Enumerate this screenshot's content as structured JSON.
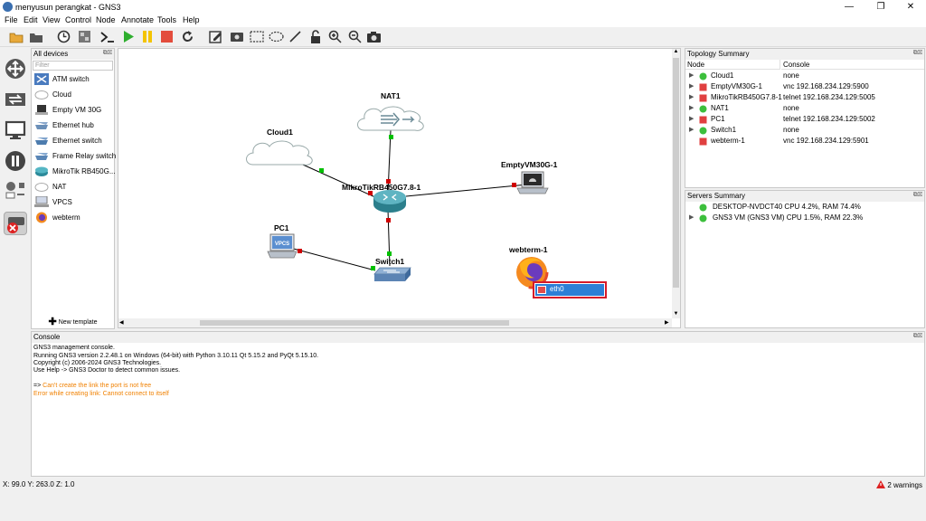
{
  "window": {
    "title": "menyusun perangkat - GNS3",
    "minimize": "—",
    "maximize": "❐",
    "close": "✕"
  },
  "menu": [
    "File",
    "Edit",
    "View",
    "Control",
    "Node",
    "Annotate",
    "Tools",
    "Help"
  ],
  "toolbar": [
    "new-project",
    "open-project",
    "snapshot",
    "device-list",
    "console-all",
    "start-all",
    "suspend-all",
    "stop-all",
    "reload-all",
    "add-note",
    "insert-picture",
    "draw-rectangle",
    "draw-ellipse",
    "draw-line",
    "lock",
    "zoom-in",
    "zoom-out",
    "screenshot"
  ],
  "devices": {
    "title": "All devices",
    "filter_placeholder": "Filter",
    "items": [
      "ATM switch",
      "Cloud",
      "Empty VM 30G",
      "Ethernet hub",
      "Ethernet switch",
      "Frame Relay switch",
      "MikroTik RB450G...",
      "NAT",
      "VPCS",
      "webterm"
    ],
    "new_template": "New template"
  },
  "canvas": {
    "nodes": {
      "nat": "NAT1",
      "cloud": "Cloud1",
      "router": "MikroTikRB450G7.8-1",
      "empty_vm": "EmptyVM30G-1",
      "pc": "PC1",
      "switch": "Switch1",
      "webterm": "webterm-1"
    },
    "pc_badge": "VPCS",
    "context_menu_item": "eth0"
  },
  "topology": {
    "title": "Topology Summary",
    "col_node": "Node",
    "col_console": "Console",
    "rows": [
      {
        "name": "Cloud1",
        "console": "none",
        "status": "green"
      },
      {
        "name": "EmptyVM30G-1",
        "console": "vnc 192.168.234.129:5900",
        "status": "red"
      },
      {
        "name": "MikroTikRB450G7.8-1",
        "console": "telnet 192.168.234.129:5005",
        "status": "red"
      },
      {
        "name": "NAT1",
        "console": "none",
        "status": "green"
      },
      {
        "name": "PC1",
        "console": "telnet 192.168.234.129:5002",
        "status": "red"
      },
      {
        "name": "Switch1",
        "console": "none",
        "status": "green"
      },
      {
        "name": "webterm-1",
        "console": "vnc 192.168.234.129:5901",
        "status": "red"
      }
    ]
  },
  "servers": {
    "title": "Servers Summary",
    "rows": [
      "DESKTOP-NVDCT40 CPU 4.2%, RAM 74.4%",
      "GNS3 VM (GNS3 VM) CPU 1.5%, RAM 22.3%"
    ]
  },
  "console": {
    "title": "Console",
    "lines": [
      "GNS3 management console.",
      "Running GNS3 version 2.2.48.1 on Windows (64-bit) with Python 3.10.11 Qt 5.15.2 and PyQt 5.15.10.",
      "Copyright (c) 2006-2024 GNS3 Technologies.",
      "Use Help -> GNS3 Doctor to detect common issues."
    ],
    "prompt": "=>",
    "error1": "Can't create the link the port is not free",
    "error2": "Error while creating link: Cannot connect to itself"
  },
  "status": {
    "coords": "X: 99.0 Y: 263.0 Z: 1.0",
    "warnings": "2 warnings"
  },
  "colors": {
    "link_red": "#d00000",
    "link_green": "#00c000",
    "accent_blue": "#2d7fd6",
    "error_orange": "#f08000"
  }
}
